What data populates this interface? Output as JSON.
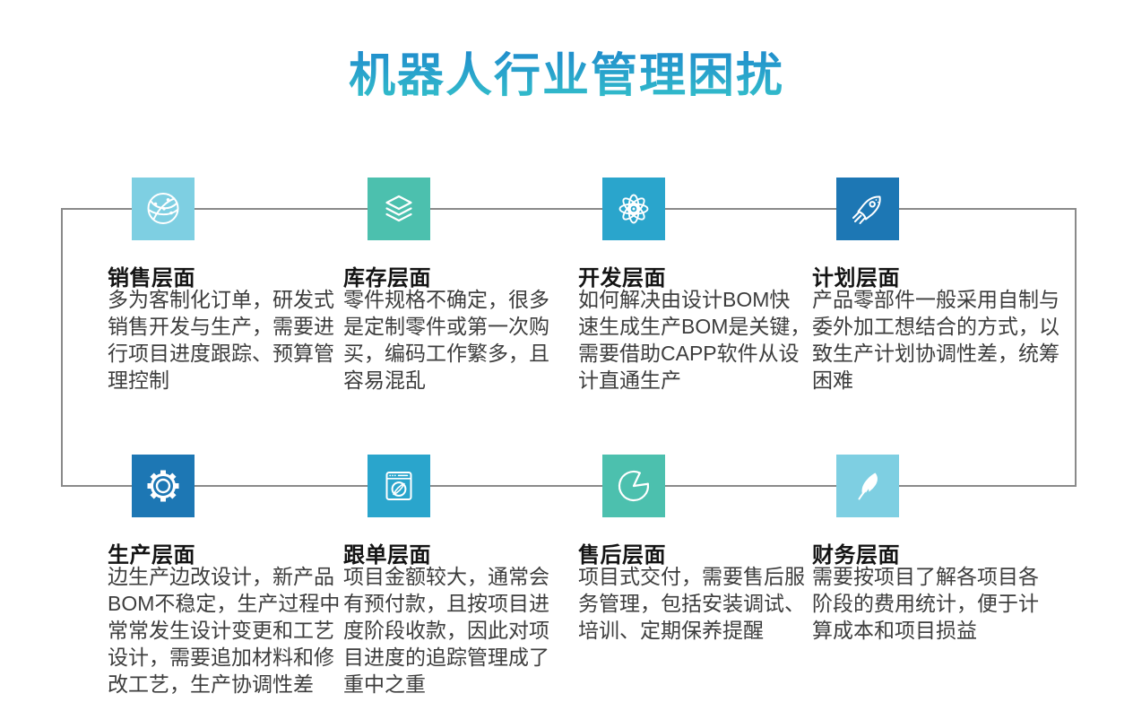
{
  "title": "机器人行业管理困扰",
  "colors": {
    "title_gradient_top": "#1e86cd",
    "title_gradient_bottom": "#33bfca",
    "light_blue": "#7ecfe2",
    "teal": "#4cc0ae",
    "cyan": "#2aa5cc",
    "blue": "#1d77b4",
    "connector_line": "#8a8a8a",
    "heading_text": "#141414",
    "body_text": "#3d3d3d"
  },
  "sections": [
    {
      "title": "销售层面",
      "icon": "globe-network-icon",
      "color": "#7ecfe2",
      "desc_lines": [
        "多为客制化订单，研发式",
        "销售开发与生产，需要进",
        "行项目进度跟踪、预算管",
        "理控制"
      ]
    },
    {
      "title": "库存层面",
      "icon": "layers-icon",
      "color": "#4cc0ae",
      "desc_lines": [
        "零件规格不确定，很多",
        "是定制零件或第一次购",
        "买，编码工作繁多，且",
        "容易混乱"
      ]
    },
    {
      "title": "开发层面",
      "icon": "atom-icon",
      "color": "#2aa5cc",
      "desc_lines": [
        "如何解决由设计BOM快",
        "速生成生产BOM是关键，",
        "需要借助CAPP软件从设",
        "计直通生产"
      ]
    },
    {
      "title": "计划层面",
      "icon": "rocket-icon",
      "color": "#1d77b4",
      "desc_lines": [
        "产品零部件一般采用自制与",
        "委外加工想结合的方式，以",
        "致生产计划协调性差，统筹",
        "困难"
      ]
    },
    {
      "title": "生产层面",
      "icon": "gear-icon",
      "color": "#1d77b4",
      "desc_lines": [
        "边生产边改设计，新产品",
        "BOM不稳定，生产过程中",
        "常常发生设计变更和工艺",
        "设计，需要追加材料和修",
        "改工艺，生产协调性差"
      ]
    },
    {
      "title": "跟单层面",
      "icon": "browser-compass-icon",
      "color": "#2aa5cc",
      "desc_lines": [
        "项目金额较大，通常会",
        "有预付款，且按项目进",
        "度阶段收款，因此对项",
        "目进度的追踪管理成了",
        "重中之重"
      ]
    },
    {
      "title": "售后层面",
      "icon": "pie-chart-icon",
      "color": "#4cc0ae",
      "desc_lines": [
        "项目式交付，需要售后服",
        "务管理，包括安装调试、",
        "培训、定期保养提醒"
      ]
    },
    {
      "title": "财务层面",
      "icon": "feather-icon",
      "color": "#7ecfe2",
      "desc_lines": [
        "需要按项目了解各项目各",
        "阶段的费用统计，便于计",
        "算成本和项目损益"
      ]
    }
  ]
}
